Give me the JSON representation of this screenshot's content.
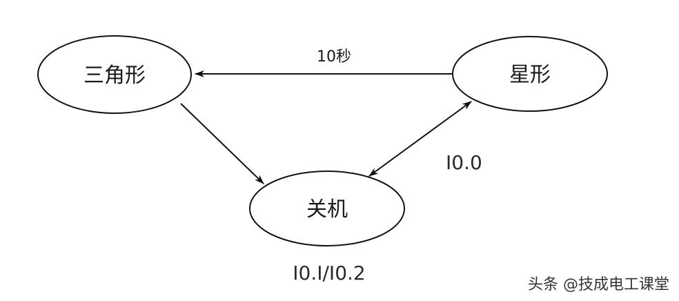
{
  "nodes": {
    "triangle": "三角形",
    "star": "星形",
    "off": "关机"
  },
  "edges": {
    "star_to_triangle": "10秒",
    "star_off": "I0.0",
    "off_input": "I0.I/I0.2"
  },
  "watermark": "头条 @技成电工课堂",
  "colors": {
    "stroke": "#111111",
    "text": "#1a1a1a"
  }
}
